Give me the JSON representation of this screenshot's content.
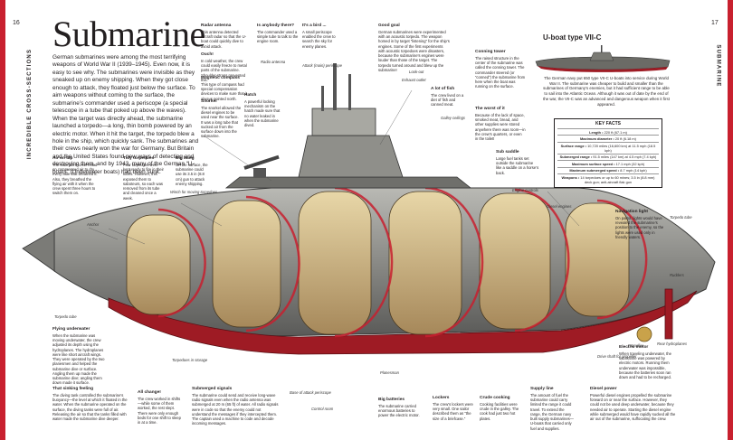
{
  "page": {
    "left_number": "16",
    "right_number": "17",
    "left_section": "INCREDIBLE CROSS-SECTIONS",
    "right_section": "SUBMARINE",
    "accent": "#c8202f"
  },
  "title": "Submarine",
  "intro": "German submarines were among the most terrifying weapons of World War II (1939–1945). Even now, it is easy to see why. The submarines were invisible as they sneaked up on enemy shipping. When they got close enough to attack, they floated just below the surface. To aim weapons without coming to the surface, the submarine’s commander used a periscope (a special telescope in a tube that poked up above the waves). When the target was directly ahead, the submarine launched a torpedo—a long, thin bomb powered by an electric motor. When it hit the target, the torpedo blew a hole in the ship, which quickly sank. The submarines and their crews nearly won the war for Germany. But Britain and the United States found new ways of detecting and destroying them, and by 1943, many of the German “U-boats” (Underwater boats) had been sunk.",
  "captions": [
    {
      "title": "Radar antenna",
      "text": "This antenna detected aircraft radar so that the U-boat could quickly dive to avoid attack."
    },
    {
      "title": "Ouch!",
      "text": "In cold weather, the crew could easily freeze to metal parts of the submarine. Shoulder straps prevented this."
    },
    {
      "title": "Magnetic compass",
      "text": "This type of compass had special compensation devices to make sure that it always pointed north."
    },
    {
      "title": "Snorkel",
      "text": "The snorkel allowed the diesel engines to be used near the surface. It was a long tube that sucked air from the surface down into the submarine."
    },
    {
      "title": "Is anybody there?",
      "text": "The commander used a simple tube to talk to the engine room."
    },
    {
      "title": "Hatch",
      "text": "A powerful locking mechanism on the hatch made sure that no water leaked in when the submarine dived."
    },
    {
      "title": "It’s a bird ...",
      "text": "A small periscope enabled the crew to search the sky for enemy planes."
    },
    {
      "title": "Good goal",
      "text": "German submarines were experimented with an acoustic torpedo. The weapon homed in by target “listening” for the ship’s engines. Some of the first experiments with acoustic torpedoes were disasters, because the submarine’s engines were louder than those of the target. The torpedo turned around and blew up the submarine!"
    },
    {
      "title": "Conning tower",
      "text": "The raised structure in the center of the submarine was called the conning tower. The commander steered (or “conned”) the submarine from here when the boat was running on the surface."
    },
    {
      "title": "A lot of fish",
      "text": "The crew lived on a diet of fish and canned meat."
    },
    {
      "title": "The worst of it",
      "text": "Because of the lack of space, smoked meat, bread, and other supplies were stored anywhere there was room—in the crew’s quarters, or even in the toilet!"
    },
    {
      "title": "Sub saddle",
      "text": "Large fuel tanks set outside the submarine like a saddle on a horse’s back."
    },
    {
      "title": "Navigation light",
      "text": "On patrol, lights would have revealed the submarine’s position to the enemy, so the lights were used only in friendly waters."
    },
    {
      "title": "Air on tap",
      "text": "The submarine crew relied on compressed air to dry every aide that breathed it. Also, they breathed the flying air with it when the crew spent three hours to switch them on."
    },
    {
      "title": "Tidy torpedoes",
      "text": "Four torpedoes were kept ready to fire in their tubes. However, this exposed them to saboteurs, so each was removed from its tube and cleaned once a week."
    },
    {
      "title": "Big bang",
      "text": "On the surface, the submarine could use its 3.5 in (8.8 cm) gun to attack enemy shipping."
    },
    {
      "title": "Flying underwater",
      "text": "When the submarine was moving underwater, the crew adjusted its depth using the hydroplanes. The hydroplanes were like short aircraft wings. They were operated by the two planesmen and helped the submarine dive or surface. Angling them up made the submarine dive; angling them down made it surface."
    },
    {
      "title": "That sinking feeling",
      "text": "The diving tank controlled the submarine’s buoyancy—the level at which it floated in the water. When the submarine operated on the surface, the diving tanks were full of air. Releasing the air so that the tanks filled with water made the submarine dive deeper."
    },
    {
      "title": "All change!",
      "text": "The crew worked in shifts—while some of them worked, the rest slept. There were only enough beds for one shift to sleep in at a time."
    },
    {
      "title": "Submerged signals",
      "text": "The submarine could send and receive long-wave radio signals even when the radio antenna was submerged at 20 m (65 ft) of water. All radio signals were in code so that the enemy could not understand the messages if they intercepted them. The captain used a machine to code and decode incoming messages."
    },
    {
      "title": "Big batteries",
      "text": "The submarine carried enormous batteries to power the electric motor."
    },
    {
      "title": "Lockers",
      "text": "The crew’s lockers were very small. One sailor described them as “the size of a briefcase.”"
    },
    {
      "title": "Crude cooking",
      "text": "Cooking facilities were crude in the galley. The cook had just two hot plates."
    },
    {
      "title": "Supply line",
      "text": "The amount of fuel the submarine could carry limited the range it could travel. To extend the range, the German navy built supply submarines—U-boats that carried only fuel and supplies."
    },
    {
      "title": "Electric motor",
      "text": "When traveling underwater, the submarine was powered by electric motors. Running them underwater was impossible, because the batteries soon ran down and had to be recharged."
    },
    {
      "title": "Diesel power",
      "text": "Powerful diesel engines propelled the submarine forward on or near the surface. However, they could not be used deep underwater, because they needed air to operate. Starting the diesel engine while submerged would have rapidly sucked all the air out of the submarine, suffocating the crew."
    }
  ],
  "labels": {
    "radio_antenna": "Radio antenna",
    "attack_periscope": "Attack (main) periscope",
    "look_out": "Look-out",
    "exhaust_outlet": "Exhaust outlet",
    "galley_ceilings": "Galley ceilings",
    "winch": "Winch for moving torpedoes",
    "anchor": "Anchor",
    "torpedo_tube": "Torpedo tube",
    "torpedo_storage": "Torpedoes in storage",
    "base_periscope": "Base of attack periscope",
    "control_room": "Control room",
    "planesman": "Planesman",
    "engine_controls": "Engine controls",
    "diesel_engines": "Diesel engines",
    "torpedo_tube_aft": "Torpedo tube",
    "rudders": "Rudders",
    "propeller": "Propeller",
    "rear_hydroplanes": "Rear hydroplanes",
    "drive_shaft": "Drive shaft for propeller"
  },
  "uboat": {
    "title": "U-boat type VII-C",
    "caption": "The German navy put 650 type VII-C U-boats into service during World War II. The submarine was cheaper to build and smaller than the submarines of Germany’s enemies, but it had sufficient range to be able to sail into the Atlantic Ocean. Although it was out of date by the end of the war, the VII-C was an advanced and dangerous weapon when it first appeared."
  },
  "key_facts": {
    "title": "KEY FACTS",
    "rows": [
      {
        "label": "Length",
        "value": "220 ft (67.1 m)"
      },
      {
        "label": "Maximum diameter",
        "value": "20 ft (6.18 m)"
      },
      {
        "label": "Surface range",
        "value": "10,720 miles (16,600 km) at 11.5 mph (18.5 kph)"
      },
      {
        "label": "Submerged range",
        "value": "91.5 miles (147 km) at 4.5 mph (7.4 kph)"
      },
      {
        "label": "Maximum surface speed",
        "value": "17.1 mph (32 kph)"
      },
      {
        "label": "Maximum submerged speed",
        "value": "8.7 mph (14 kph)"
      },
      {
        "label": "Weapons",
        "value": "14 torpedoes or up to 60 mines; 3.5 in (8.8 mm) deck gun; anti-aircraft flak gun"
      }
    ]
  }
}
